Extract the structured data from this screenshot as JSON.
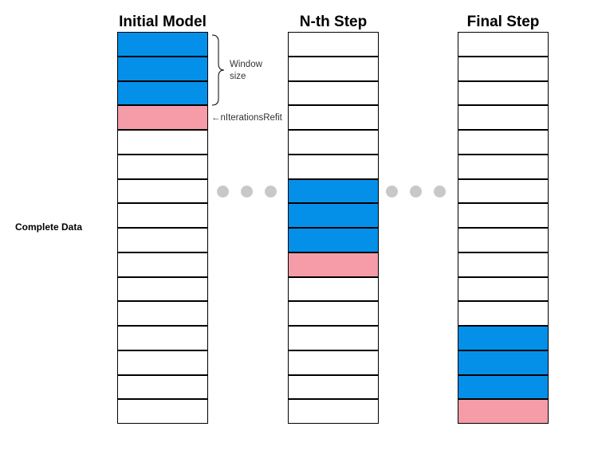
{
  "columns": [
    {
      "title": "Initial Model",
      "window_start": 0,
      "window_size": 3,
      "refit_index": 3
    },
    {
      "title": "N-th Step",
      "window_start": 6,
      "window_size": 3,
      "refit_index": 9
    },
    {
      "title": "Final Step",
      "window_start": 12,
      "window_size": 3,
      "refit_index": 15
    }
  ],
  "rows_per_column": 16,
  "labels": {
    "complete_data": "Complete Data",
    "window_size": "Window size",
    "n_iterations_refit": "nIterationsRefit",
    "refit_arrow": "←"
  },
  "colors": {
    "window": "#0490e9",
    "refit": "#f59ca8",
    "empty": "#ffffff",
    "dots": "#c8c8c8"
  }
}
